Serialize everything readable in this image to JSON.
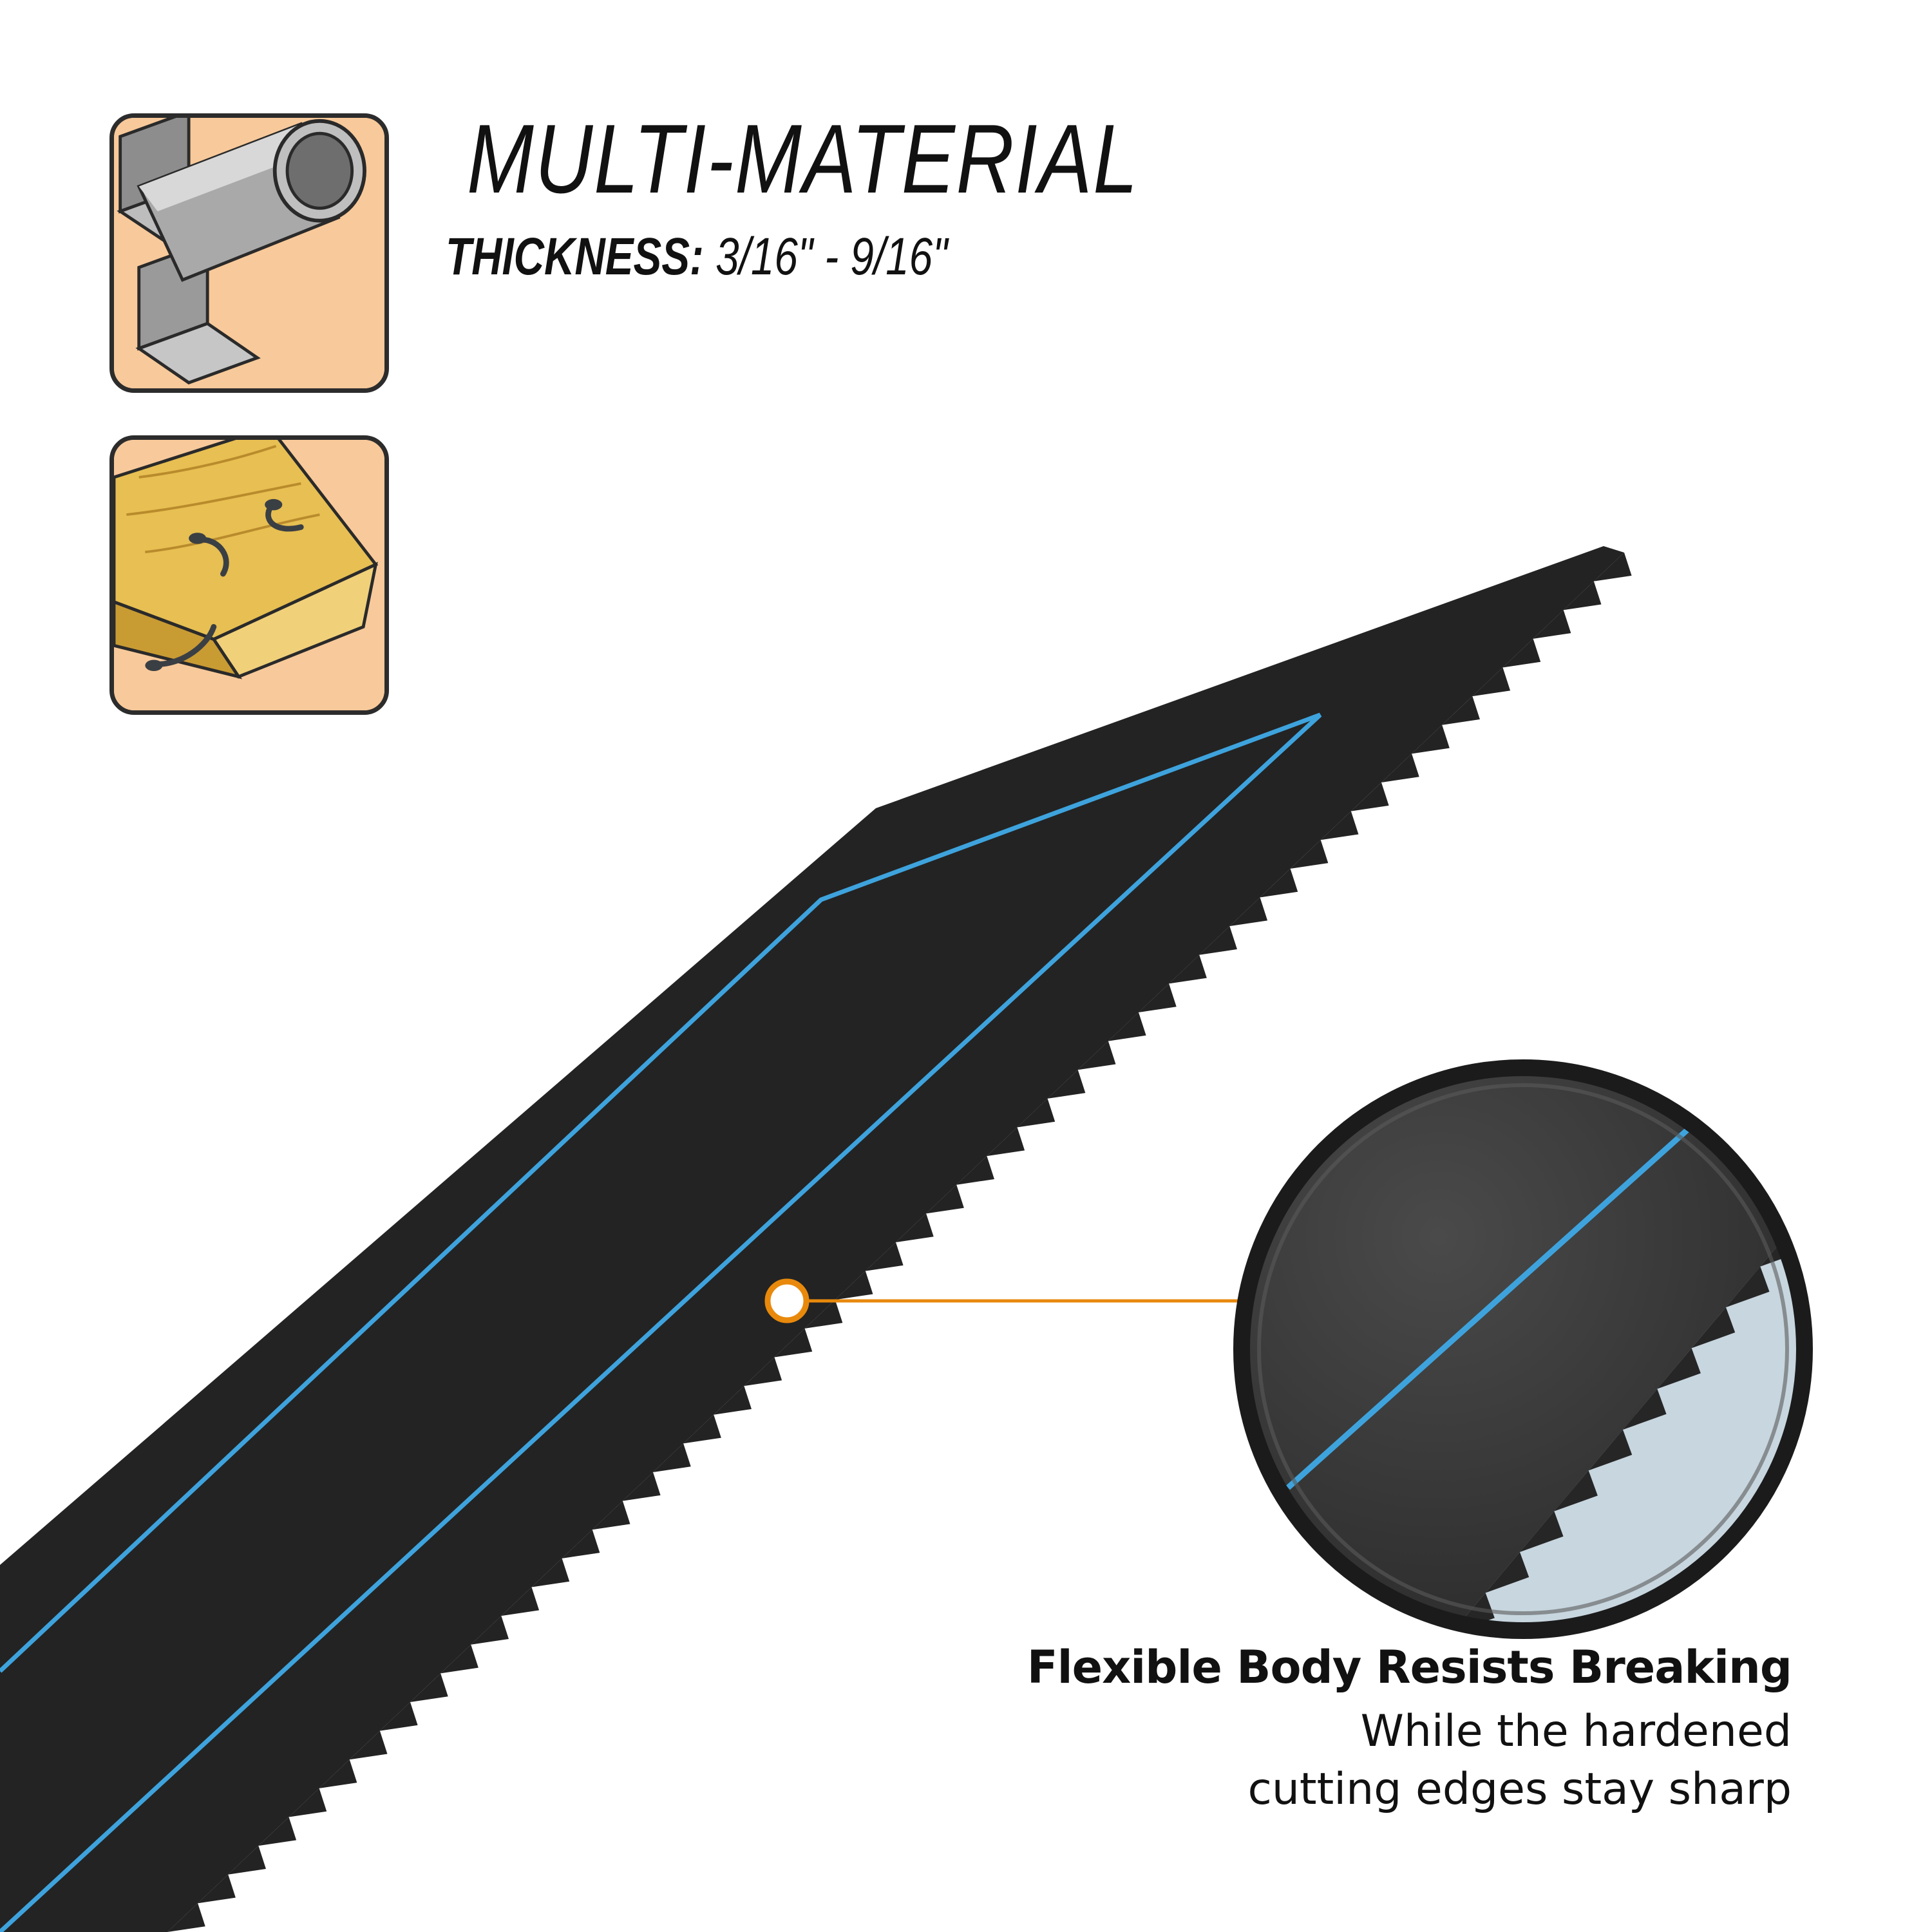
{
  "heading": {
    "title": "MULTI-MATERIAL",
    "thickness_label": "THICKNESS:",
    "thickness_value": "3/16\" - 9/16\""
  },
  "icons": [
    {
      "name": "metal-pipe-beam-icon"
    },
    {
      "name": "wood-with-nails-icon"
    }
  ],
  "callout": {
    "headline": "Flexible Body Resists Breaking",
    "line1": "While the hardened",
    "line2": "cutting edges stay sharp"
  },
  "colors": {
    "tile_background": "#f8c99a",
    "blade": "#232323",
    "edge_line": "#3ea3dd",
    "callout_line": "#e8890c"
  }
}
